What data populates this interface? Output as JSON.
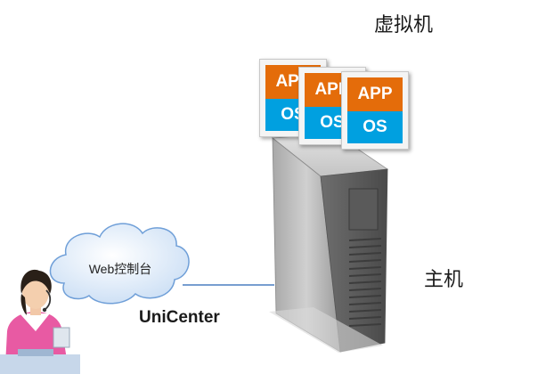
{
  "labels": {
    "vm": "虚拟机",
    "host": "主机",
    "web_console": "Web控制台",
    "unicenter": "UniCenter"
  },
  "vms": [
    {
      "app": "APP",
      "os": "OS"
    },
    {
      "app": "APP",
      "os": "OS"
    },
    {
      "app": "APP",
      "os": "OS"
    }
  ],
  "colors": {
    "app": "#e46c0a",
    "os": "#00a0e0",
    "cloud_fill": "#dce9f8",
    "cloud_stroke": "#6f9fd8",
    "link": "#4a7fc1",
    "server": "#8e8e8e"
  },
  "icons": {
    "server": "server-tower-icon",
    "cloud": "cloud-icon",
    "user": "operator-headset-icon"
  }
}
